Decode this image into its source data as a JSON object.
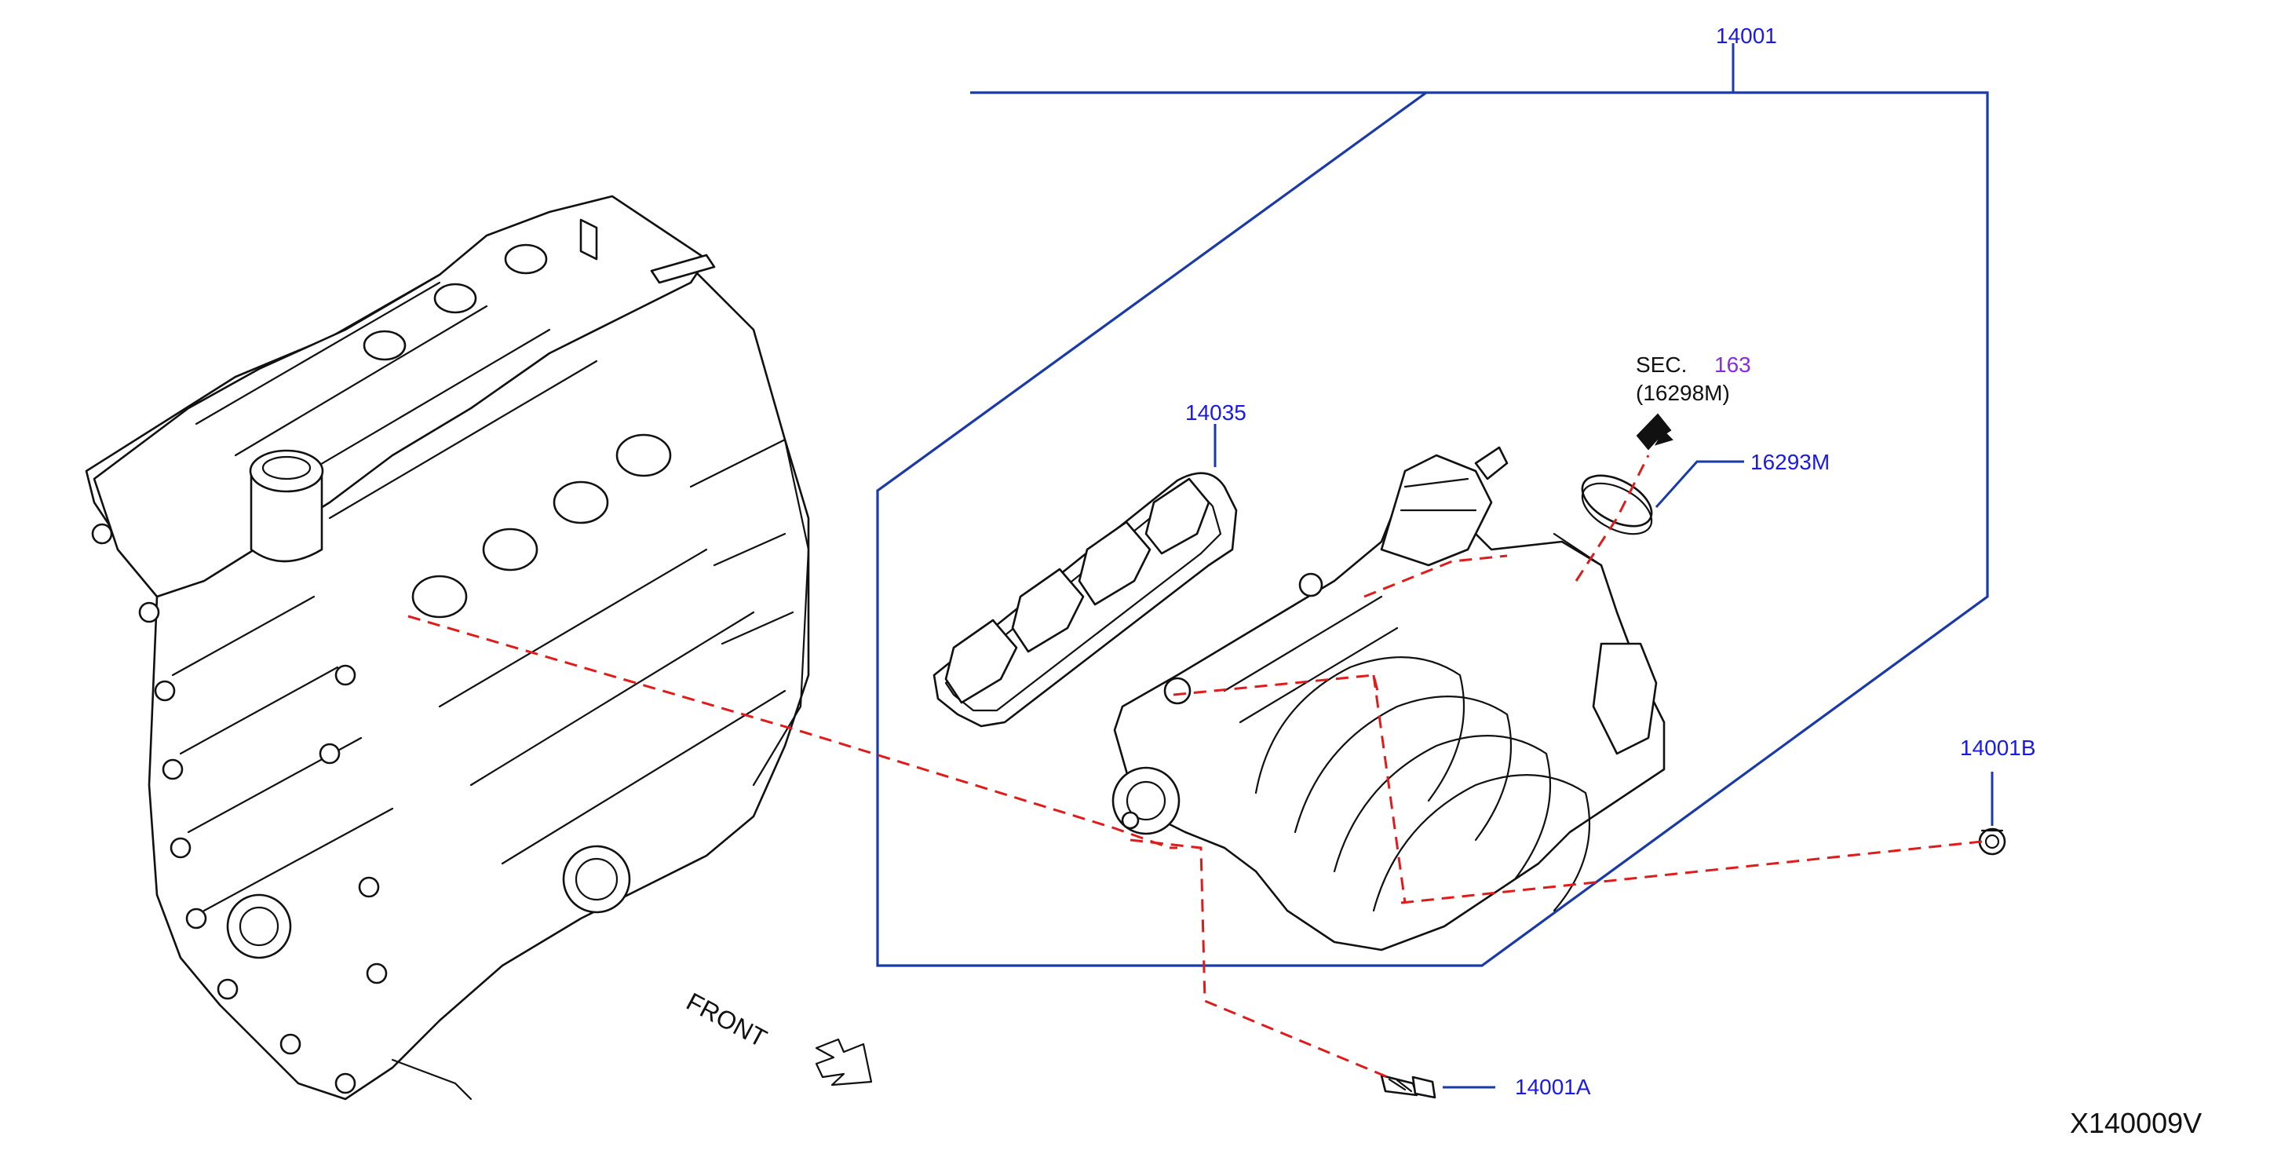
{
  "callouts": {
    "assembly": "14001",
    "gasket": "14035",
    "seal": "16293M",
    "nut": "14001B",
    "bolt": "14001A"
  },
  "section_ref": {
    "prefix": "SEC.",
    "number": "163",
    "part": "(16298M)"
  },
  "front_label": "FRONT",
  "illustration_code": "X140009V",
  "colors": {
    "callout_text": "#1a1ae6",
    "leader_line": "#1a3aa8",
    "dashed_line": "#e01b1b",
    "section_number": "#8a2be2",
    "line_art": "#111111"
  }
}
